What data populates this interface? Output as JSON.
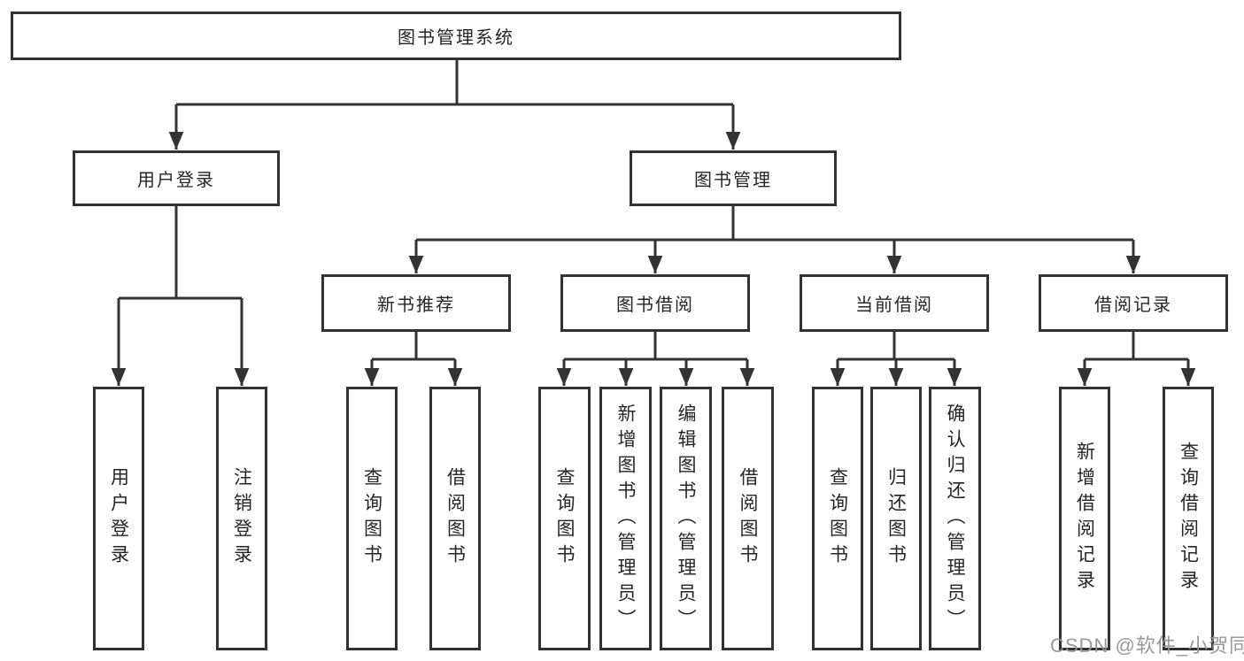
{
  "tree": {
    "label": "图书管理系统",
    "children": [
      {
        "label": "用户登录",
        "children": [
          {
            "label": "用户登录"
          },
          {
            "label": "注销登录"
          }
        ]
      },
      {
        "label": "图书管理",
        "children": [
          {
            "label": "新书推荐",
            "children": [
              {
                "label": "查询图书"
              },
              {
                "label": "借阅图书"
              }
            ]
          },
          {
            "label": "图书借阅",
            "children": [
              {
                "label": "查询图书"
              },
              {
                "label": "新增图书（管理员）"
              },
              {
                "label": "编辑图书（管理员）"
              },
              {
                "label": "借阅图书"
              }
            ]
          },
          {
            "label": "当前借阅",
            "children": [
              {
                "label": "查询图书"
              },
              {
                "label": "归还图书"
              },
              {
                "label": "确认归还（管理员）"
              }
            ]
          },
          {
            "label": "借阅记录",
            "children": [
              {
                "label": "新增借阅记录"
              },
              {
                "label": "查询借阅记录"
              }
            ]
          }
        ]
      }
    ]
  },
  "watermark": {
    "text": "CSDN @软件_小贺同学"
  },
  "colors": {
    "line": "#333333",
    "box_border": "#323232",
    "box_fill": "#ffffff",
    "text": "#262626",
    "watermark": "#949494",
    "background": "#ffffff"
  }
}
